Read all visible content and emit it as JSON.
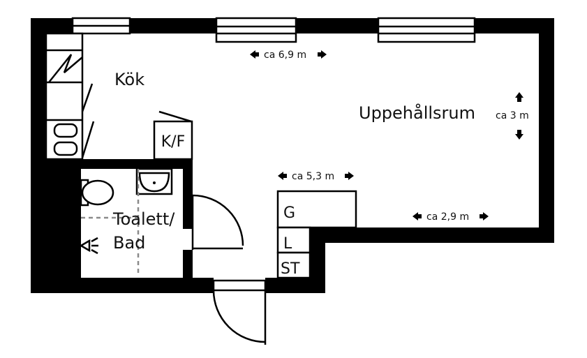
{
  "rooms": {
    "kitchen": "Kök",
    "living": "Uppehållsrum",
    "bathroom_line1": "Toalett/",
    "bathroom_line2": "Bad"
  },
  "fixtures": {
    "fridge_freezer": "K/F",
    "g_cabinet": "G",
    "l_cabinet": "L",
    "st_cabinet": "ST"
  },
  "dimensions": {
    "top_width": "ca 6,9 m",
    "depth": "ca 3 m",
    "middle_width": "ca 5,3 m",
    "lower_width": "ca 2,9 m"
  },
  "colors": {
    "wall": "#000000",
    "dashed_line": "#8a8a8a",
    "background": "#ffffff"
  }
}
